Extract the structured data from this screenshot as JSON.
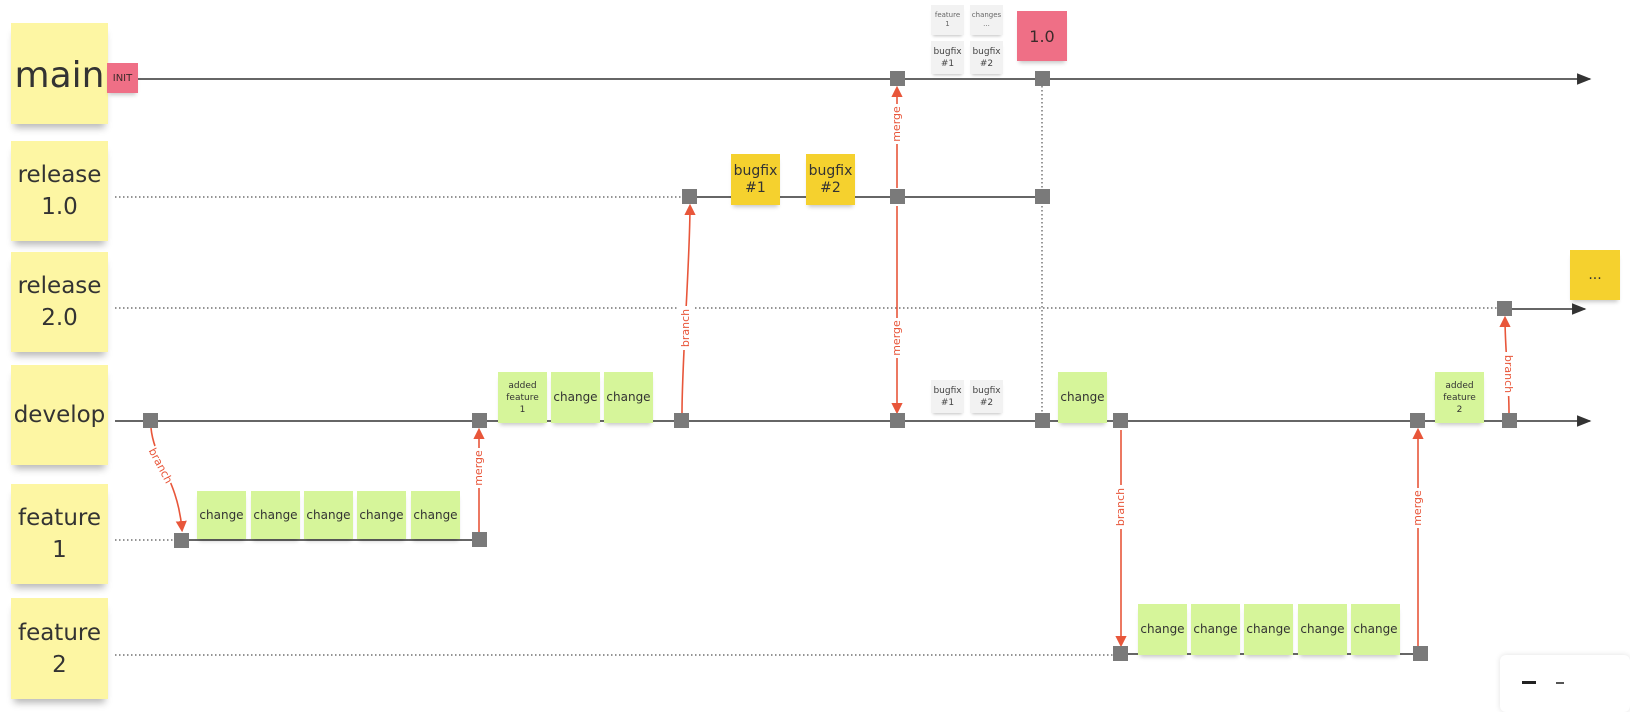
{
  "lanes": [
    {
      "label": "main"
    },
    {
      "label": "release\n1.0"
    },
    {
      "label": "release\n2.0"
    },
    {
      "label": "develop"
    },
    {
      "label": "feature\n1"
    },
    {
      "label": "feature\n2"
    }
  ],
  "tags": {
    "init": "INIT",
    "version": "1.0",
    "ellipsis": "..."
  },
  "main_notes": [
    {
      "text": "feature\n1"
    },
    {
      "text": "changes\n..."
    },
    {
      "text": "bugfix\n#1"
    },
    {
      "text": "bugfix\n#2"
    }
  ],
  "release_notes": [
    {
      "text": "bugfix\n#1"
    },
    {
      "text": "bugfix\n#2"
    }
  ],
  "develop_notes": [
    {
      "text": "added\nfeature\n1"
    },
    {
      "text": "change"
    },
    {
      "text": "change"
    },
    {
      "text": "bugfix\n#1"
    },
    {
      "text": "bugfix\n#2"
    },
    {
      "text": "change"
    },
    {
      "text": "added\nfeature\n2"
    }
  ],
  "feature1_notes": [
    {
      "text": "change"
    },
    {
      "text": "change"
    },
    {
      "text": "change"
    },
    {
      "text": "change"
    },
    {
      "text": "change"
    }
  ],
  "feature2_notes": [
    {
      "text": "change"
    },
    {
      "text": "change"
    },
    {
      "text": "change"
    },
    {
      "text": "change"
    },
    {
      "text": "change"
    }
  ],
  "edge_labels": {
    "branch": "branch",
    "merge": "merge"
  },
  "colors": {
    "lane_sticky": "#fdf6a3",
    "change_sticky": "#d6f59a",
    "bugfix_sticky": "#f5d12e",
    "tag_sticky": "#ef6f86",
    "arrow": "#e8563a",
    "line": "#333333",
    "node": "#7a7a7a"
  }
}
